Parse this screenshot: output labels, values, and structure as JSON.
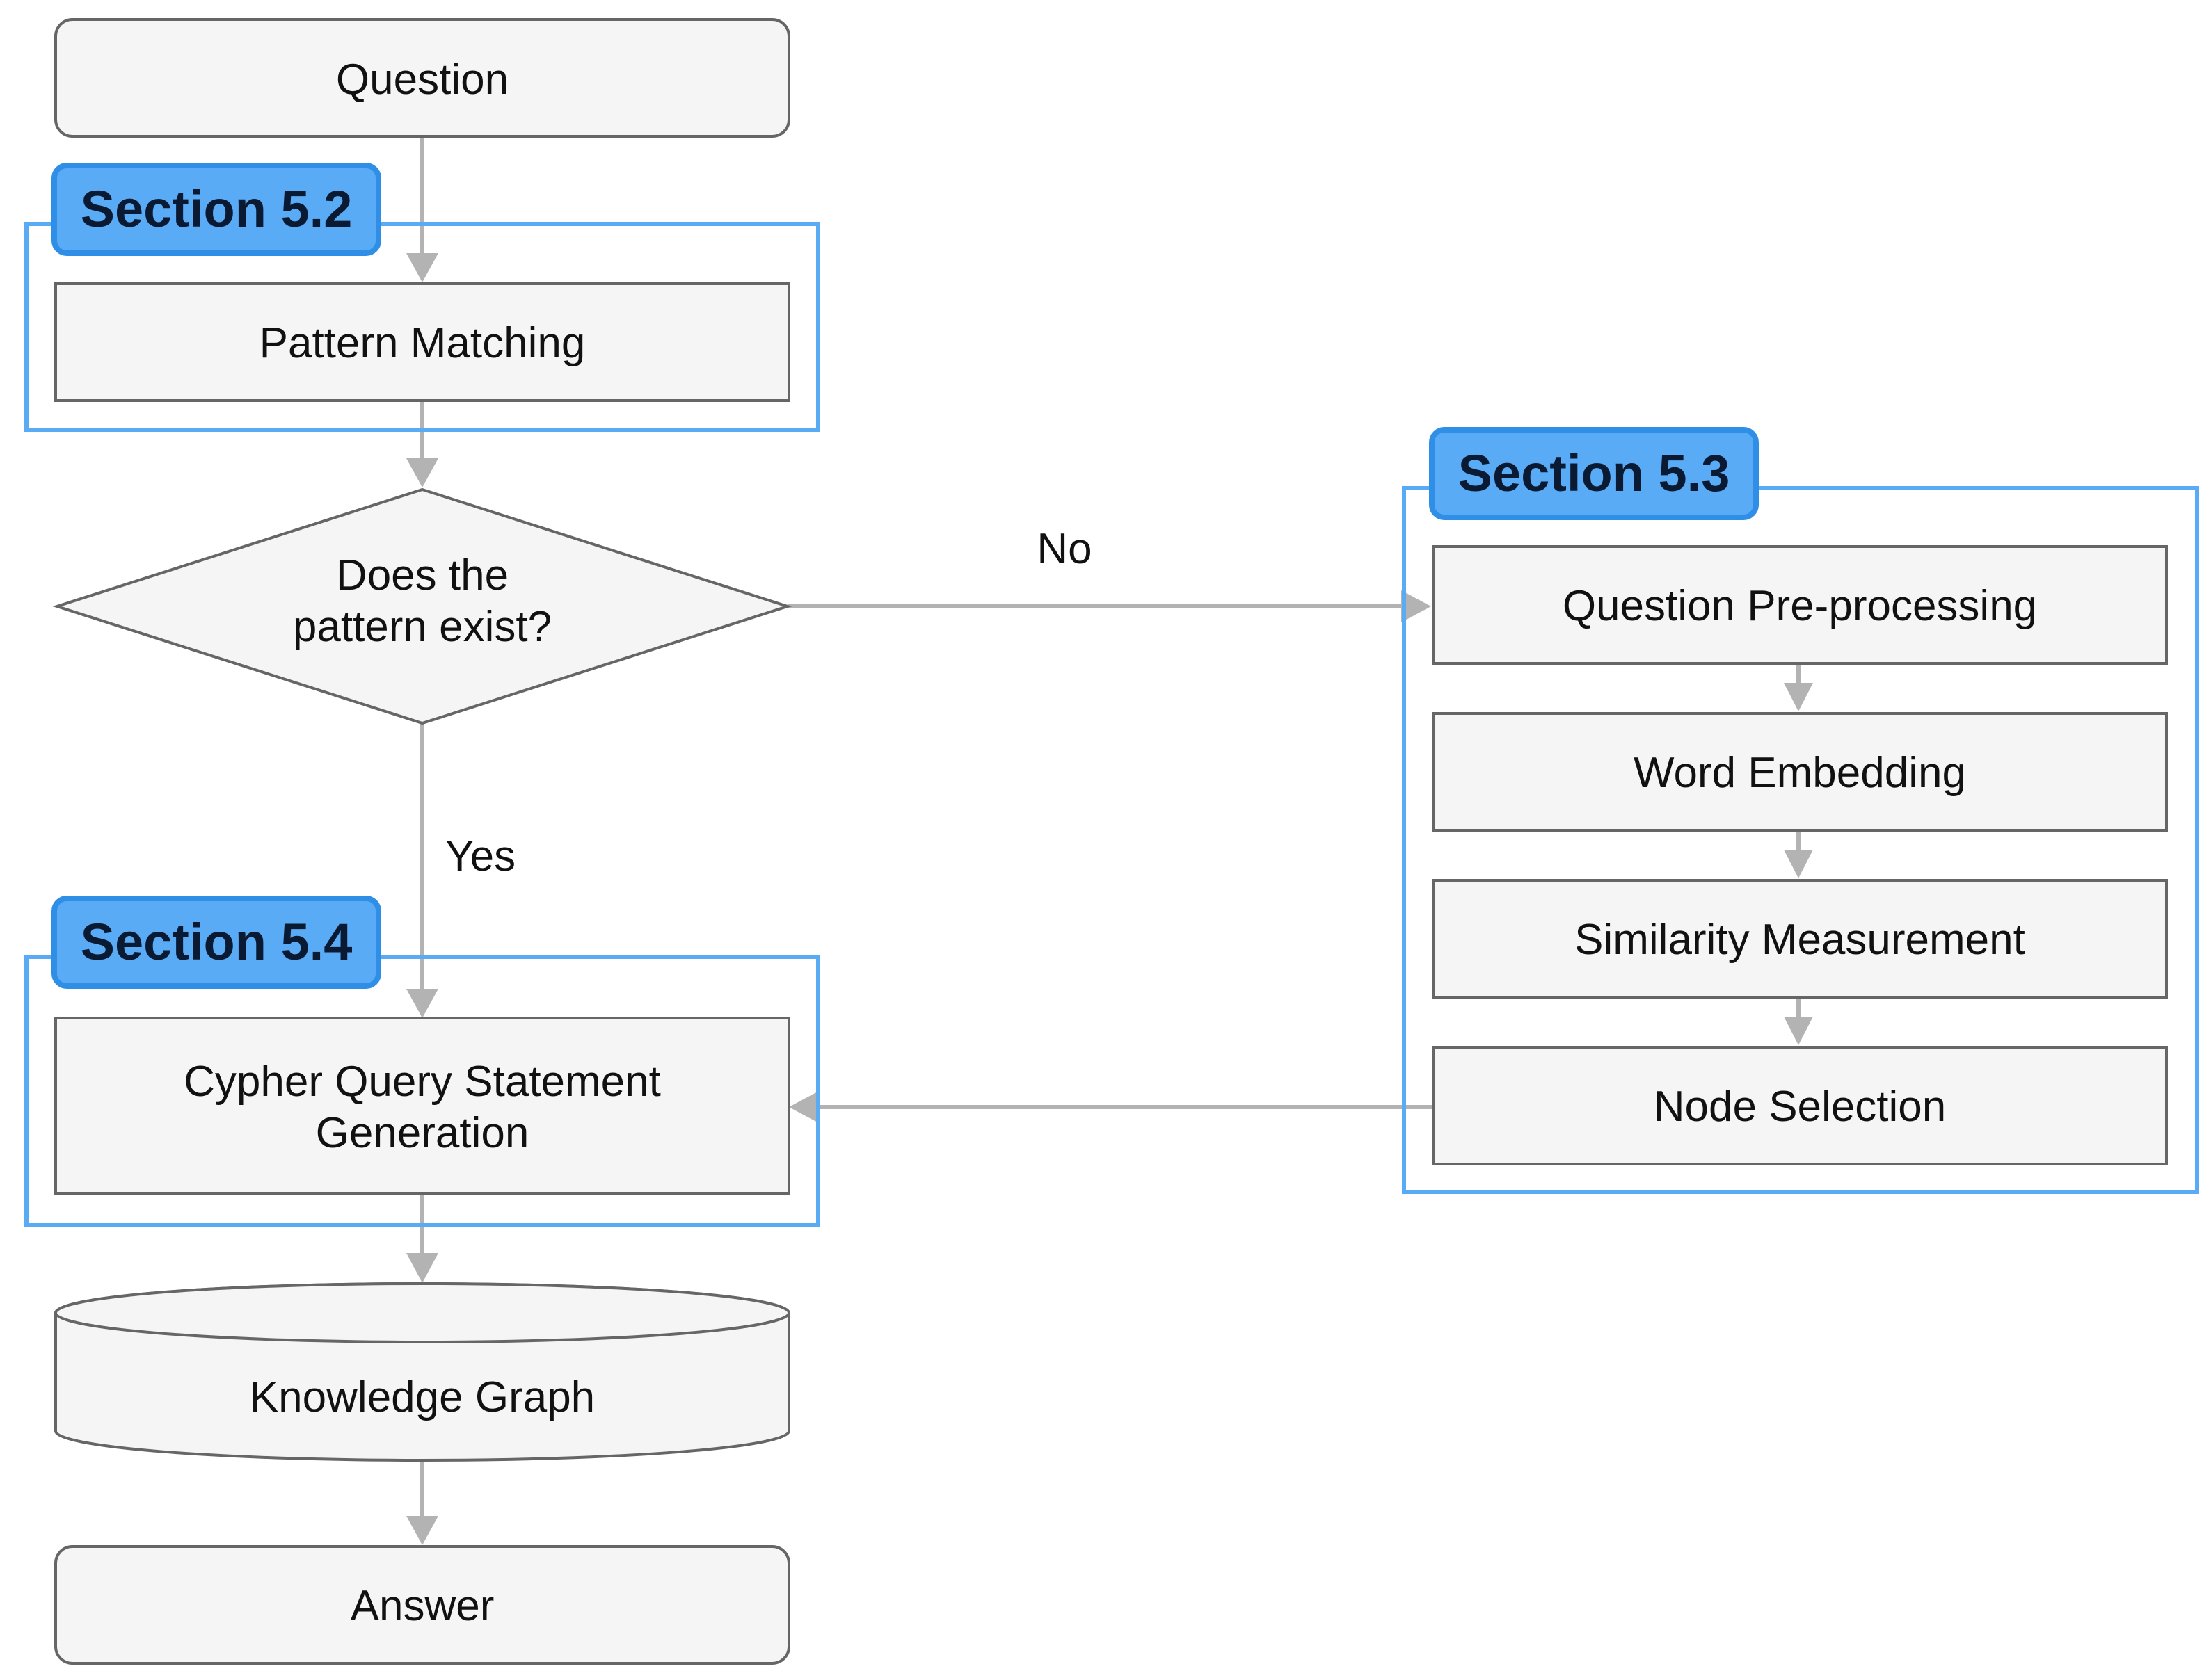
{
  "nodes": {
    "question": "Question",
    "pattern_matching": "Pattern Matching",
    "decision": [
      "Does the",
      "pattern exist?"
    ],
    "question_preprocessing": "Question Pre-processing",
    "word_embedding": "Word Embedding",
    "similarity_measurement": "Similarity Measurement",
    "node_selection": "Node Selection",
    "cypher_generation": [
      "Cypher Query Statement",
      "Generation"
    ],
    "knowledge_graph": "Knowledge Graph",
    "answer": "Answer"
  },
  "sections": {
    "s52": "Section 5.2",
    "s53": "Section 5.3",
    "s54": "Section 5.4"
  },
  "edges": {
    "no": "No",
    "yes": "Yes"
  },
  "colors": {
    "section_blue": "#5aabf5",
    "section_border": "#2f8ee6",
    "arrow_gray": "#b3b3b3",
    "box_fill": "#f5f5f5"
  }
}
